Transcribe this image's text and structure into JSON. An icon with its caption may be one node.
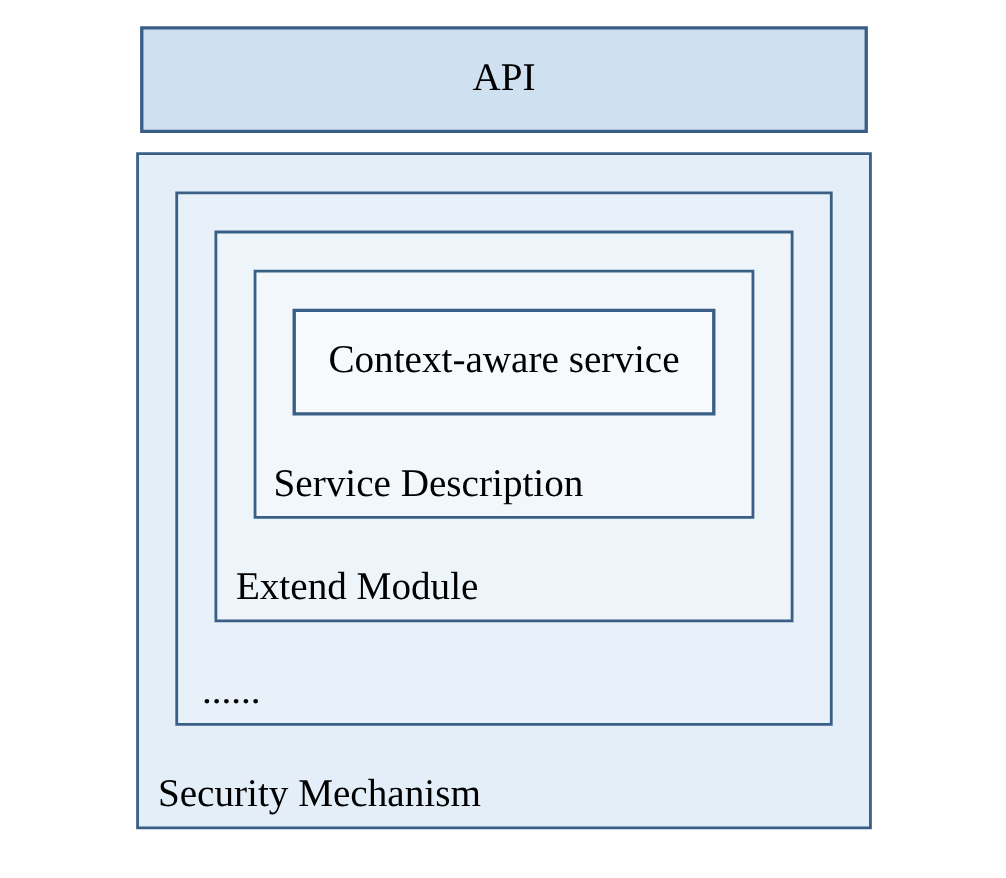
{
  "diagram": {
    "nodes": [
      {
        "text": [
          "API"
        ]
      },
      {
        "text": [
          "Security Mechanism"
        ]
      },
      {
        "text": [
          "......"
        ],
        "in": 1
      },
      {
        "text": [
          "Extend Module"
        ],
        "in": 2
      },
      {
        "text": [
          "Service Description"
        ],
        "in": 3
      },
      {
        "text": [
          "Context-aware service"
        ],
        "in": 4
      }
    ],
    "edges": []
  }
}
